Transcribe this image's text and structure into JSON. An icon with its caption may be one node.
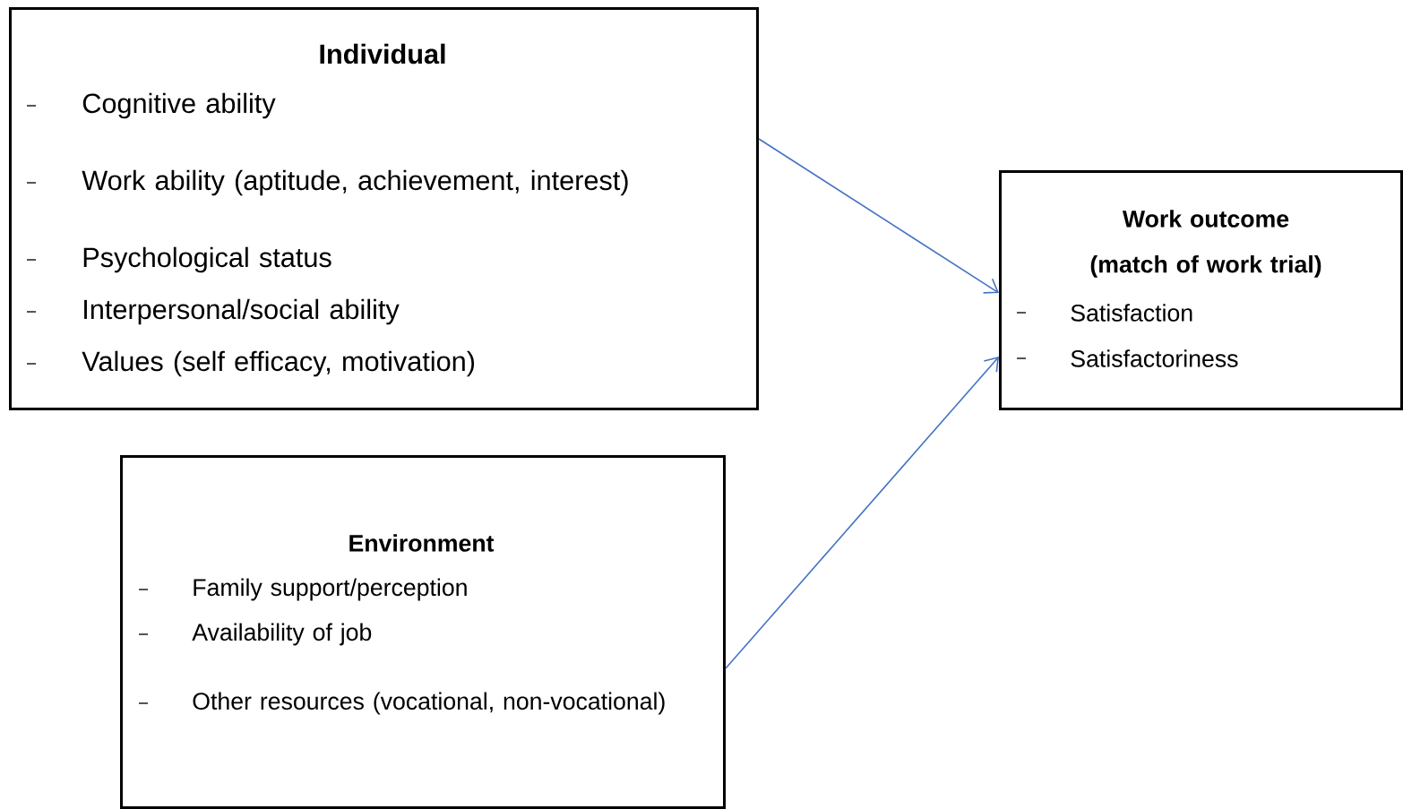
{
  "diagram": {
    "nodes": [
      {
        "text": [
          "Individual",
          "Cognitive ability",
          "Work ability (aptitude, achievement, interest)",
          "Psychological status",
          "Interpersonal/social ability",
          "Values (self efficacy, motivation)"
        ]
      },
      {
        "text": [
          "Environment",
          "Family support/perception",
          "Availability of job",
          "Other resources (vocational, non-vocational)"
        ]
      },
      {
        "text": [
          "Work outcome (match of work trial)",
          "Satisfaction",
          "Satisfactoriness"
        ]
      }
    ],
    "edges": [
      {
        "from": 0,
        "to": 2,
        "arrow": "to"
      },
      {
        "from": 1,
        "to": 2,
        "arrow": "to"
      }
    ]
  }
}
